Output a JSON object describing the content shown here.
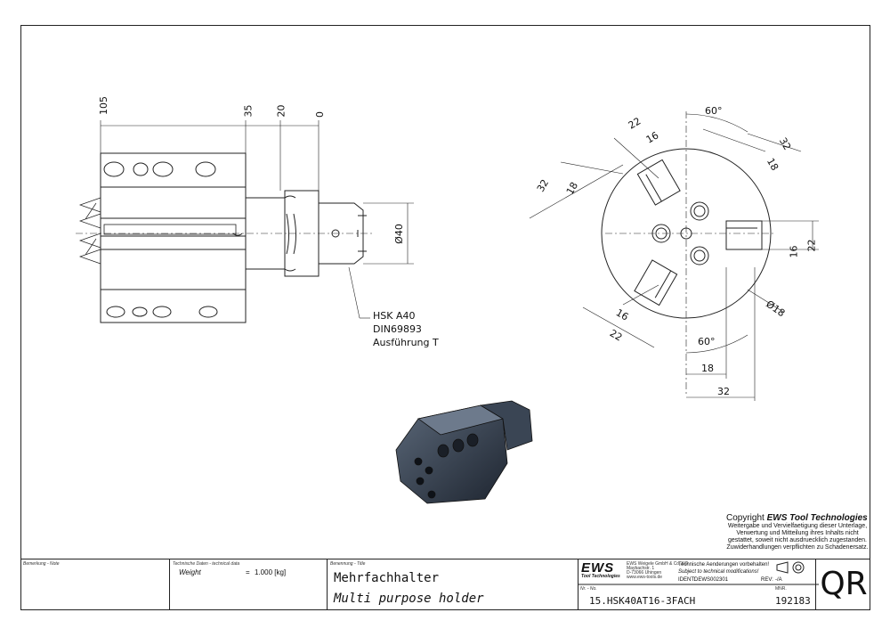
{
  "dimensions_side": {
    "d105": "105",
    "d35": "35",
    "d20": "20",
    "d0": "0",
    "dia40": "Ø40"
  },
  "callout": {
    "line1": "HSK A40",
    "line2": "DIN69893",
    "line3": "Ausführung T"
  },
  "dimensions_front": {
    "angle_top": "60°",
    "angle_bottom": "60°",
    "tr22": "22",
    "tr16": "16",
    "tr32": "32",
    "tr18": "18",
    "l32": "32",
    "l18": "18",
    "r16": "16",
    "r22": "22",
    "bl16": "16",
    "bl22": "22",
    "b18": "18",
    "b32": "32",
    "dia18": "Ø18"
  },
  "copyright": {
    "prefix": "Copyright",
    "brand": "EWS Tool Technologies",
    "line1": "Weitergabe und Vervielfaetigung dieser Unterlage,",
    "line2": "Verwertung und Mitteilung ihres Inhalts nicht",
    "line3": "gestattet, soweit nicht ausdruecklich zugestanden.",
    "line4": "Zuwiderhandlungen verpflichten zu Schadenersatz."
  },
  "title_block": {
    "remark_label": "Bemerkung - Note",
    "techdata_label": "Technische Daten - technical data",
    "weight_label": "Weight",
    "weight_eq": "=",
    "weight_value": "1.000 [kg]",
    "title_label": "Benennung - Title",
    "title_de": "Mehrfachhalter",
    "title_en": "Multi purpose holder",
    "logo_text": "EWS",
    "logo_sub": "Tool Technologies",
    "company1": "EWS Weigele GmbH & Co. KG",
    "company2": "Maybachstr. 1",
    "company3": "D-73066 Uhingen",
    "company4": "www.ews-tools.de",
    "notice_de": "Technische Aenderungen vorbehalten!",
    "notice_en": "Subject to technical modifications!",
    "ident_label": "IDENT:",
    "ident_value": "DEWS002301",
    "rev_label": "REV:",
    "rev_value": "-/A",
    "nr_label": "Nr. - No.",
    "part_no": "15.HSK40AT16-3FACH",
    "mnr_label": "MNR.",
    "mnr_value": "192183",
    "qr": "QR"
  }
}
